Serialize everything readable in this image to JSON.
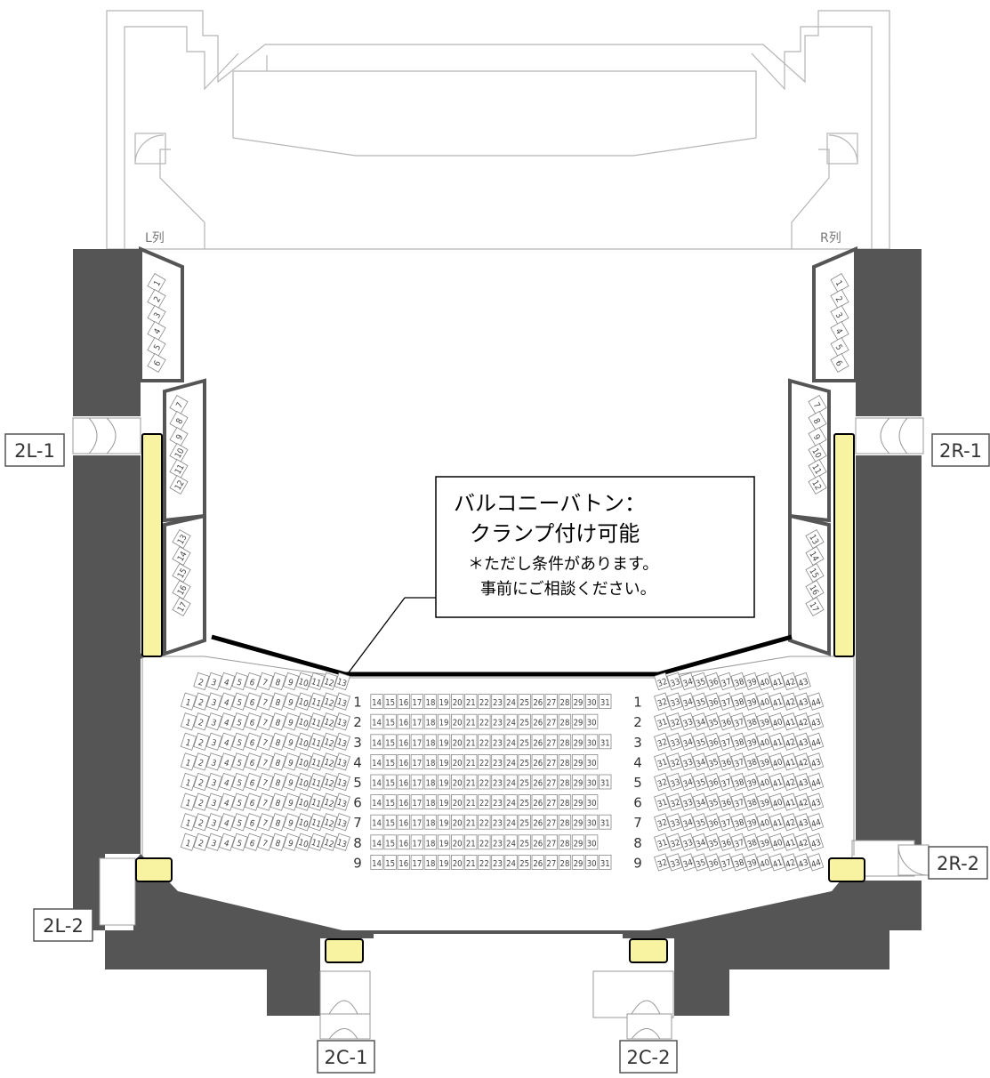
{
  "balcony_left": {
    "label": "L列",
    "seats": [
      "1",
      "2",
      "3",
      "4",
      "5",
      "6",
      "7",
      "8",
      "9",
      "10",
      "11",
      "12",
      "13",
      "14",
      "15",
      "16",
      "17"
    ]
  },
  "balcony_right": {
    "label": "R列",
    "seats": [
      "1",
      "2",
      "3",
      "4",
      "5",
      "6",
      "7",
      "8",
      "9",
      "10",
      "11",
      "12",
      "13",
      "14",
      "15",
      "16",
      "17"
    ]
  },
  "doors": [
    {
      "id": "2L-1",
      "label": "2L-1"
    },
    {
      "id": "2R-1",
      "label": "2R-1"
    },
    {
      "id": "2L-2",
      "label": "2L-2"
    },
    {
      "id": "2R-2",
      "label": "2R-2"
    },
    {
      "id": "2C-1",
      "label": "2C-1"
    },
    {
      "id": "2C-2",
      "label": "2C-2"
    }
  ],
  "callout": {
    "line1": "バルコニーバトン：",
    "line2": "クランプ付け可能",
    "line3": "＊ただし条件があります。",
    "line4": "事前にご相談ください。"
  },
  "rows": [
    {
      "label": "",
      "left": [
        "2",
        "3",
        "4",
        "5",
        "6",
        "7",
        "8",
        "9",
        "10",
        "11",
        "12",
        "13"
      ],
      "center": [],
      "right": [
        "32",
        "33",
        "34",
        "35",
        "36",
        "37",
        "38",
        "39",
        "40",
        "41",
        "42",
        "43"
      ]
    },
    {
      "label": "1",
      "left": [
        "1",
        "2",
        "3",
        "4",
        "5",
        "6",
        "7",
        "8",
        "9",
        "10",
        "11",
        "12",
        "13"
      ],
      "center": [
        "14",
        "15",
        "16",
        "17",
        "18",
        "19",
        "20",
        "21",
        "22",
        "23",
        "24",
        "25",
        "26",
        "27",
        "28",
        "29",
        "30",
        "31"
      ],
      "right": [
        "32",
        "33",
        "34",
        "35",
        "36",
        "37",
        "38",
        "39",
        "40",
        "41",
        "42",
        "43",
        "44"
      ]
    },
    {
      "label": "2",
      "left": [
        "1",
        "2",
        "3",
        "4",
        "5",
        "6",
        "7",
        "8",
        "9",
        "10",
        "11",
        "12",
        "13"
      ],
      "center": [
        "14",
        "15",
        "16",
        "17",
        "18",
        "19",
        "20",
        "21",
        "22",
        "23",
        "24",
        "25",
        "26",
        "27",
        "28",
        "29",
        "30"
      ],
      "right": [
        "31",
        "32",
        "33",
        "34",
        "35",
        "36",
        "37",
        "38",
        "39",
        "40",
        "41",
        "42",
        "43"
      ]
    },
    {
      "label": "3",
      "left": [
        "1",
        "2",
        "3",
        "4",
        "5",
        "6",
        "7",
        "8",
        "9",
        "10",
        "11",
        "12",
        "13"
      ],
      "center": [
        "14",
        "15",
        "16",
        "17",
        "18",
        "19",
        "20",
        "21",
        "22",
        "23",
        "24",
        "25",
        "26",
        "27",
        "28",
        "29",
        "30",
        "31"
      ],
      "right": [
        "32",
        "33",
        "34",
        "35",
        "36",
        "37",
        "38",
        "39",
        "40",
        "41",
        "42",
        "43",
        "44"
      ]
    },
    {
      "label": "4",
      "left": [
        "1",
        "2",
        "3",
        "4",
        "5",
        "6",
        "7",
        "8",
        "9",
        "10",
        "11",
        "12",
        "13"
      ],
      "center": [
        "14",
        "15",
        "16",
        "17",
        "18",
        "19",
        "20",
        "21",
        "22",
        "23",
        "24",
        "25",
        "26",
        "27",
        "28",
        "29",
        "30"
      ],
      "right": [
        "31",
        "32",
        "33",
        "34",
        "35",
        "36",
        "37",
        "38",
        "39",
        "40",
        "41",
        "42",
        "43"
      ]
    },
    {
      "label": "5",
      "left": [
        "1",
        "2",
        "3",
        "4",
        "5",
        "6",
        "7",
        "8",
        "9",
        "10",
        "11",
        "12",
        "13"
      ],
      "center": [
        "14",
        "15",
        "16",
        "17",
        "18",
        "19",
        "20",
        "21",
        "22",
        "23",
        "24",
        "25",
        "26",
        "27",
        "28",
        "29",
        "30",
        "31"
      ],
      "right": [
        "32",
        "33",
        "34",
        "35",
        "36",
        "37",
        "38",
        "39",
        "40",
        "41",
        "42",
        "43",
        "44"
      ]
    },
    {
      "label": "6",
      "left": [
        "1",
        "2",
        "3",
        "4",
        "5",
        "6",
        "7",
        "8",
        "9",
        "10",
        "11",
        "12",
        "13"
      ],
      "center": [
        "14",
        "15",
        "16",
        "17",
        "18",
        "19",
        "20",
        "21",
        "22",
        "23",
        "24",
        "25",
        "26",
        "27",
        "28",
        "29",
        "30"
      ],
      "right": [
        "31",
        "32",
        "33",
        "34",
        "35",
        "36",
        "37",
        "38",
        "39",
        "40",
        "41",
        "42",
        "43"
      ]
    },
    {
      "label": "7",
      "left": [
        "1",
        "2",
        "3",
        "4",
        "5",
        "6",
        "7",
        "8",
        "9",
        "10",
        "11",
        "12",
        "13"
      ],
      "center": [
        "14",
        "15",
        "16",
        "17",
        "18",
        "19",
        "20",
        "21",
        "22",
        "23",
        "24",
        "25",
        "26",
        "27",
        "28",
        "29",
        "30",
        "31"
      ],
      "right": [
        "32",
        "33",
        "34",
        "35",
        "36",
        "37",
        "38",
        "39",
        "40",
        "41",
        "42",
        "43",
        "44"
      ]
    },
    {
      "label": "8",
      "left": [
        "1",
        "2",
        "3",
        "4",
        "5",
        "6",
        "7",
        "8",
        "9",
        "10",
        "11",
        "12",
        "13"
      ],
      "center": [
        "14",
        "15",
        "16",
        "17",
        "18",
        "19",
        "20",
        "21",
        "22",
        "23",
        "24",
        "25",
        "26",
        "27",
        "28",
        "29",
        "30"
      ],
      "right": [
        "31",
        "32",
        "33",
        "34",
        "35",
        "36",
        "37",
        "38",
        "39",
        "40",
        "41",
        "42",
        "43"
      ]
    },
    {
      "label": "9",
      "left": [],
      "center": [
        "14",
        "15",
        "16",
        "17",
        "18",
        "19",
        "20",
        "21",
        "22",
        "23",
        "24",
        "25",
        "26",
        "27",
        "28",
        "29",
        "30",
        "31"
      ],
      "right": [
        "32",
        "33",
        "34",
        "35",
        "36",
        "37",
        "38",
        "39",
        "40",
        "41",
        "42",
        "43",
        "44"
      ]
    }
  ],
  "colors": {
    "wall": "#555555",
    "highlight": "#f7f3a0",
    "outline": "#9a9a9a",
    "baton": "#000000"
  }
}
